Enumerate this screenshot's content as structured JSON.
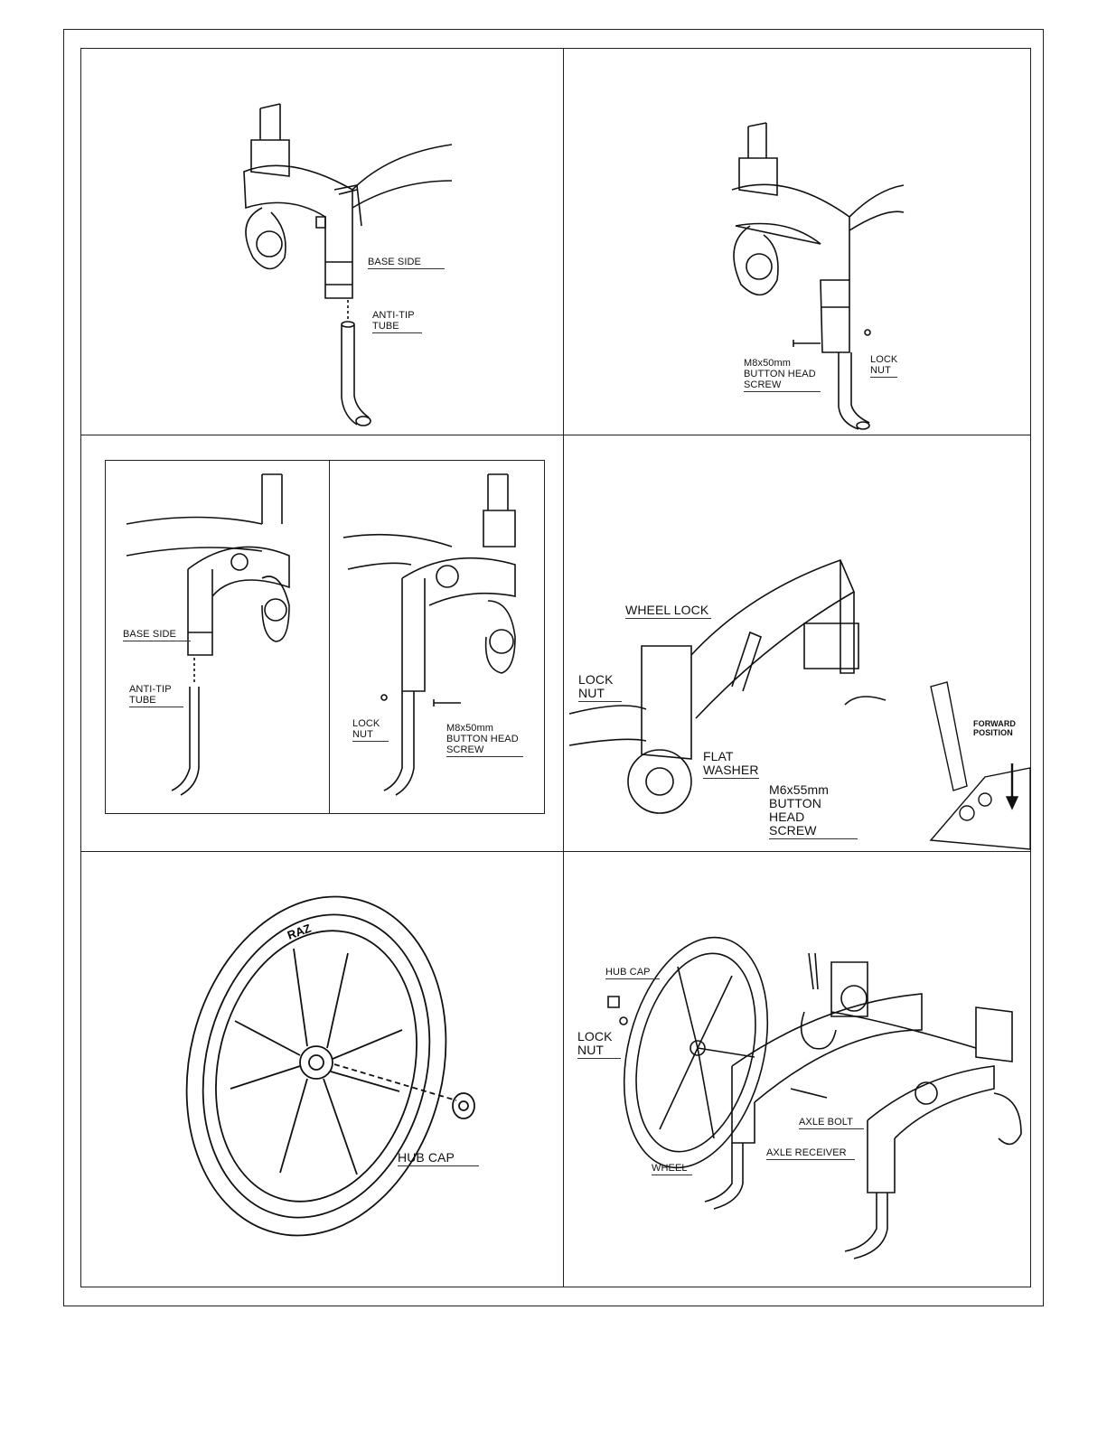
{
  "labels": {
    "p1_base_side": "BASE SIDE",
    "p1_anti_tip_tube": "ANTI-TIP\nTUBE",
    "p2_screw": "M8x50mm\nBUTTON HEAD\nSCREW",
    "p2_lock_nut": "LOCK\nNUT",
    "p3_base_side": "BASE SIDE",
    "p3_anti_tip_tube": "ANTI-TIP\nTUBE",
    "p3_lock_nut": "LOCK\nNUT",
    "p3_screw": "M8x50mm\nBUTTON HEAD\nSCREW",
    "p4_wheel_lock": "WHEEL LOCK",
    "p4_lock_nut": "LOCK\nNUT",
    "p4_flat_washer": "FLAT\nWASHER",
    "p4_screw": "M6x55mm\nBUTTON HEAD\nSCREW",
    "p4_forward_position": "FORWARD\nPOSITION",
    "p5_hub_cap": "HUB CAP",
    "p5_rim_text": "RAZ",
    "p6_hub_cap": "HUB CAP",
    "p6_lock_nut": "LOCK\nNUT",
    "p6_axle_bolt": "AXLE BOLT",
    "p6_axle_receiver": "AXLE RECEIVER",
    "p6_wheel": "WHEEL"
  }
}
